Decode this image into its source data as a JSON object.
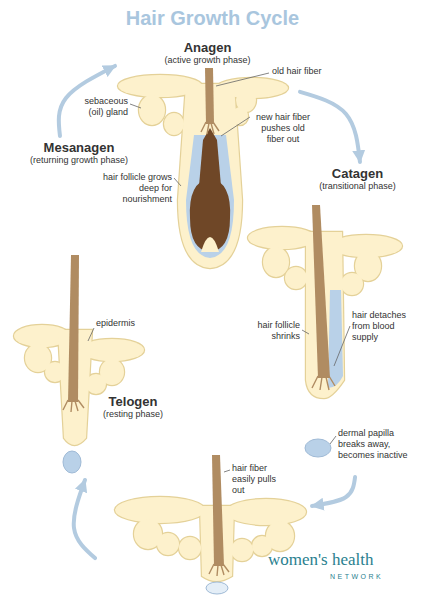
{
  "diagram": {
    "title": "Hair Growth Cycle",
    "nodes": [
      {
        "text": [
          "Anagen",
          "(active growth phase)"
        ]
      },
      {
        "text": [
          "Catagen",
          "(transitional phase)"
        ]
      },
      {
        "text": [
          "Telogen",
          "(resting phase)"
        ]
      },
      {
        "text": [
          "Mesanagen",
          "(returning growth phase)"
        ]
      }
    ],
    "edges": [
      {
        "from": 0,
        "to": 1,
        "arrow": "to"
      },
      {
        "from": 1,
        "to": 2,
        "arrow": "to"
      },
      {
        "from": 2,
        "to": 3,
        "arrow": "to"
      },
      {
        "from": 3,
        "to": 0,
        "arrow": "to"
      }
    ],
    "labels": [
      "sebaceous (oil) gland",
      "old hair fiber",
      "new hair fiber pushes old fiber out",
      "hair follicle grows deep for nourishment",
      "epidermis",
      "hair follicle shrinks",
      "hair detaches from blood supply",
      "dermal papilla breaks away, becomes inactive",
      "hair fiber easily pulls out",
      "women's health",
      "NETWORK"
    ]
  }
}
